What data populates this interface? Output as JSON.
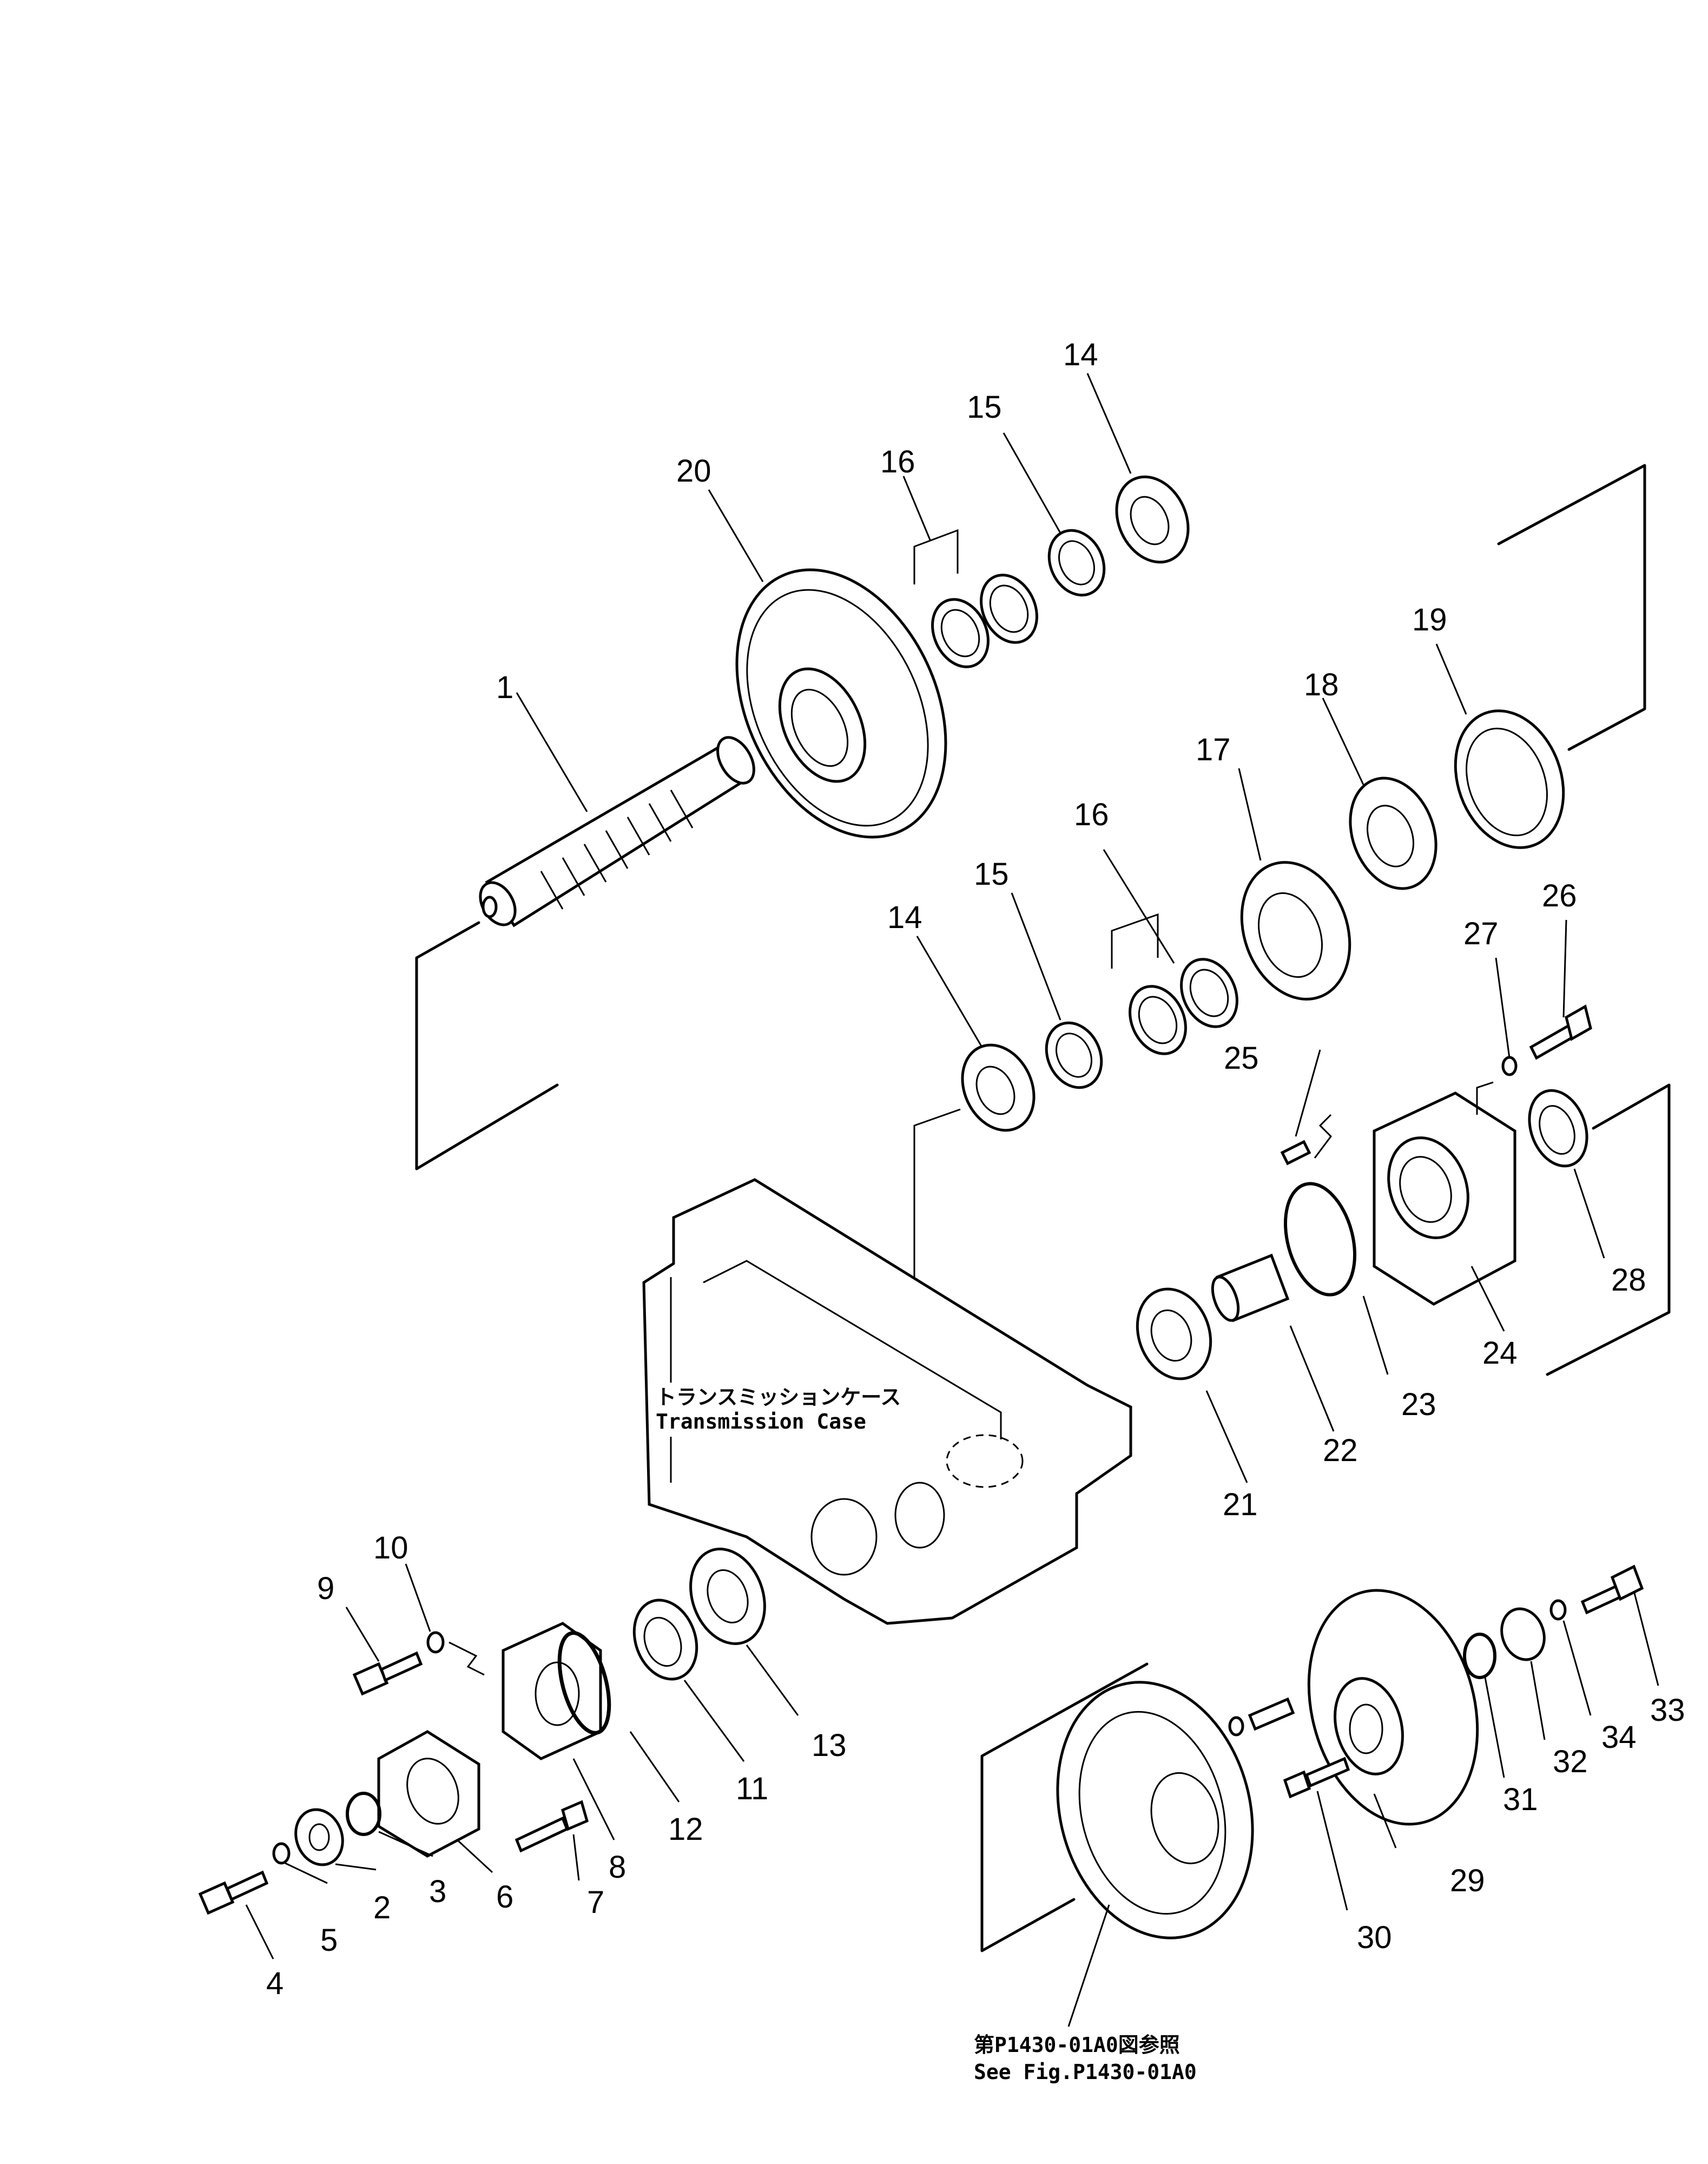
{
  "callouts": [
    {
      "id": "1",
      "text": "1"
    },
    {
      "id": "2",
      "text": "2"
    },
    {
      "id": "3",
      "text": "3"
    },
    {
      "id": "4",
      "text": "4"
    },
    {
      "id": "5",
      "text": "5"
    },
    {
      "id": "6",
      "text": "6"
    },
    {
      "id": "7",
      "text": "7"
    },
    {
      "id": "8",
      "text": "8"
    },
    {
      "id": "9",
      "text": "9"
    },
    {
      "id": "10",
      "text": "10"
    },
    {
      "id": "11",
      "text": "11"
    },
    {
      "id": "12",
      "text": "12"
    },
    {
      "id": "13",
      "text": "13"
    },
    {
      "id": "14a",
      "text": "14"
    },
    {
      "id": "14b",
      "text": "14"
    },
    {
      "id": "15a",
      "text": "15"
    },
    {
      "id": "15b",
      "text": "15"
    },
    {
      "id": "16a",
      "text": "16"
    },
    {
      "id": "16b",
      "text": "16"
    },
    {
      "id": "17",
      "text": "17"
    },
    {
      "id": "18",
      "text": "18"
    },
    {
      "id": "19",
      "text": "19"
    },
    {
      "id": "20",
      "text": "20"
    },
    {
      "id": "21",
      "text": "21"
    },
    {
      "id": "22",
      "text": "22"
    },
    {
      "id": "23",
      "text": "23"
    },
    {
      "id": "24",
      "text": "24"
    },
    {
      "id": "25",
      "text": "25"
    },
    {
      "id": "26",
      "text": "26"
    },
    {
      "id": "27",
      "text": "27"
    },
    {
      "id": "28",
      "text": "28"
    },
    {
      "id": "29",
      "text": "29"
    },
    {
      "id": "30",
      "text": "30"
    },
    {
      "id": "31",
      "text": "31"
    },
    {
      "id": "32",
      "text": "32"
    },
    {
      "id": "33",
      "text": "33"
    },
    {
      "id": "34",
      "text": "34"
    }
  ],
  "case_label": {
    "japanese": "トランスミッションケース",
    "english": "Transmission Case"
  },
  "reference_note": {
    "japanese": "第P1430-01A0図参照",
    "english": "See Fig.P1430-01A0"
  }
}
